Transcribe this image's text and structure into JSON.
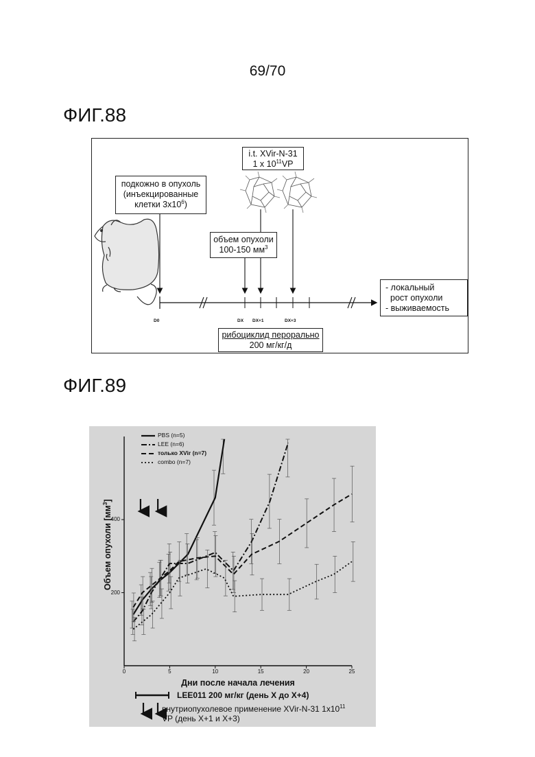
{
  "page": {
    "number": "69/70"
  },
  "fig88": {
    "title": "ФИГ.88",
    "itx_box": {
      "line1": "i.t. XVir-N-31",
      "line2_prefix": "1 x 10",
      "line2_sup": "11",
      "line2_suffix": "VP"
    },
    "sc_box": {
      "line1": "подкожно в опухоль",
      "line2": "(инъекцированные",
      "line3_prefix": "клетки 3x10",
      "line3_sup": "6",
      "line3_suffix": ")"
    },
    "vol_box": {
      "line1": "объем опухоли",
      "line2_prefix": "100-150 мм",
      "line2_sup": "3"
    },
    "outcome_box": {
      "line1": "- локальный",
      "line2": "рост опухоли",
      "line3": "- выживаемость"
    },
    "ribo_box": {
      "line1": "рибоциклид перорально",
      "line2": "200 мг/кг/д"
    },
    "timeline_labels": {
      "d0": "D0",
      "dx": "DX",
      "dx1": "DX+1",
      "dx3": "DX+3"
    }
  },
  "fig89": {
    "title": "ФИГ.89",
    "chart_data": {
      "type": "line",
      "xlabel": "Дни после начала лечения",
      "ylabel_prefix": "Объем опухоли [мм",
      "ylabel_sup": "3",
      "ylabel_suffix": "]",
      "xlim": [
        0,
        25
      ],
      "ylim": [
        0,
        620
      ],
      "xticks": [
        "0",
        "5",
        "10",
        "15",
        "20",
        "25"
      ],
      "yticks": [
        "200",
        "400"
      ],
      "legend_position": "top-left",
      "series": [
        {
          "name": "PBS (n=5)",
          "style": "solid",
          "x": [
            1,
            2,
            3,
            4,
            5,
            7,
            10,
            11
          ],
          "y": [
            140,
            180,
            210,
            235,
            255,
            305,
            460,
            620
          ]
        },
        {
          "name": "LEE (n=6)",
          "style": "dashdot",
          "x": [
            1,
            2,
            3,
            4,
            5,
            7,
            8,
            10,
            12,
            14,
            16,
            18
          ],
          "y": [
            120,
            150,
            200,
            240,
            280,
            280,
            290,
            310,
            260,
            340,
            450,
            610
          ]
        },
        {
          "name": "только XVir (n=7)",
          "style": "dashed",
          "x": [
            1,
            2,
            3,
            4,
            5,
            6,
            8,
            10,
            12,
            14,
            17,
            20,
            23,
            25
          ],
          "y": [
            160,
            200,
            220,
            240,
            260,
            285,
            295,
            300,
            250,
            305,
            340,
            390,
            440,
            470
          ]
        },
        {
          "name": "combo (n=7)",
          "style": "dotted",
          "x": [
            1,
            2,
            3,
            4,
            5,
            6,
            9,
            11,
            12,
            15,
            18,
            21,
            23,
            25
          ],
          "y": [
            100,
            120,
            140,
            170,
            200,
            240,
            265,
            240,
            190,
            195,
            195,
            230,
            250,
            285
          ]
        }
      ]
    },
    "arrows_days": [
      1.8,
      3.7
    ],
    "lee_bar_days": [
      1,
      5
    ],
    "note1": "LEE011 200 мг/кг (день X до X+4)",
    "note2_prefix": "внутриопухолевое применение XVir-N-31 1x10",
    "note2_sup": "11",
    "note2_line2": "VP (день X+1 и X+3)"
  }
}
